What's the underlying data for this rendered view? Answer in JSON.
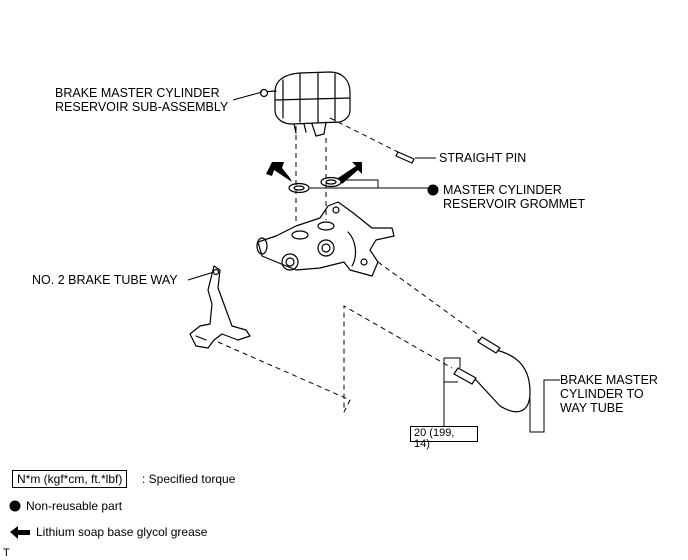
{
  "labels": {
    "reservoir": "BRAKE MASTER CYLINDER\nRESERVOIR SUB-ASSEMBLY",
    "straight_pin": "STRAIGHT PIN",
    "grommet": "MASTER CYLINDER\nRESERVOIR GROMMET",
    "tube_way": "NO. 2 BRAKE TUBE WAY",
    "cyl_tube": "BRAKE MASTER\nCYLINDER TO\nWAY TUBE"
  },
  "torque": "20 (199,\n14)",
  "legend": {
    "torque_unit": "N*m (kgf*cm, ft.*lbf)",
    "torque_desc": ": Specified torque",
    "non_reusable": "Non-reusable part",
    "grease": "Lithium soap base glycol grease"
  },
  "corner_mark": "T"
}
